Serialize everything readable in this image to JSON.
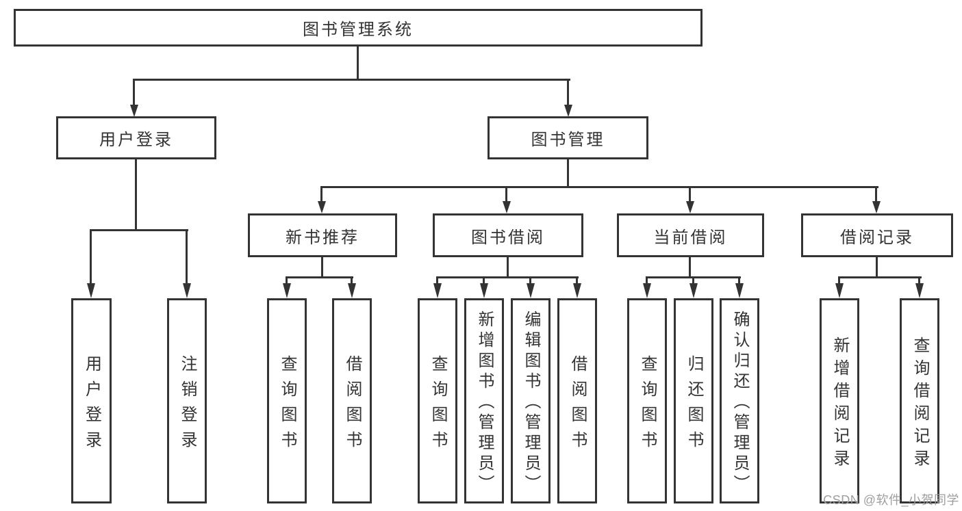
{
  "diagram": {
    "root": {
      "label": "图书管理系统"
    },
    "level2": {
      "user_login": {
        "label": "用户登录"
      },
      "book_management": {
        "label": "图书管理"
      }
    },
    "level3": {
      "new_book_recommend": {
        "label": "新书推荐"
      },
      "book_borrow": {
        "label": "图书借阅"
      },
      "current_borrow": {
        "label": "当前借阅"
      },
      "borrow_records": {
        "label": "借阅记录"
      }
    },
    "leaves": {
      "user_login": {
        "label": "用户登录"
      },
      "logout": {
        "label": "注销登录"
      },
      "query_book_recommend": {
        "label": "查询图书"
      },
      "borrow_book_recommend": {
        "label": "借阅图书"
      },
      "query_book_borrow": {
        "label": "查询图书"
      },
      "add_book_admin": {
        "label": "新增图书（管理员）"
      },
      "edit_book_admin": {
        "label": "编辑图书（管理员）"
      },
      "borrow_book": {
        "label": "借阅图书"
      },
      "query_book_current": {
        "label": "查询图书"
      },
      "return_book": {
        "label": "归还图书"
      },
      "confirm_return_admin": {
        "label": "确认归还（管理员）"
      },
      "add_borrow_record": {
        "label": "新增借阅记录"
      },
      "query_borrow_record": {
        "label": "查询借阅记录"
      }
    }
  },
  "watermark": {
    "text": "CSDN @软件_小贺同学"
  },
  "colors": {
    "line": "#333333",
    "text": "#333333",
    "background": "#ffffff",
    "watermark": "#9e9e9e"
  }
}
